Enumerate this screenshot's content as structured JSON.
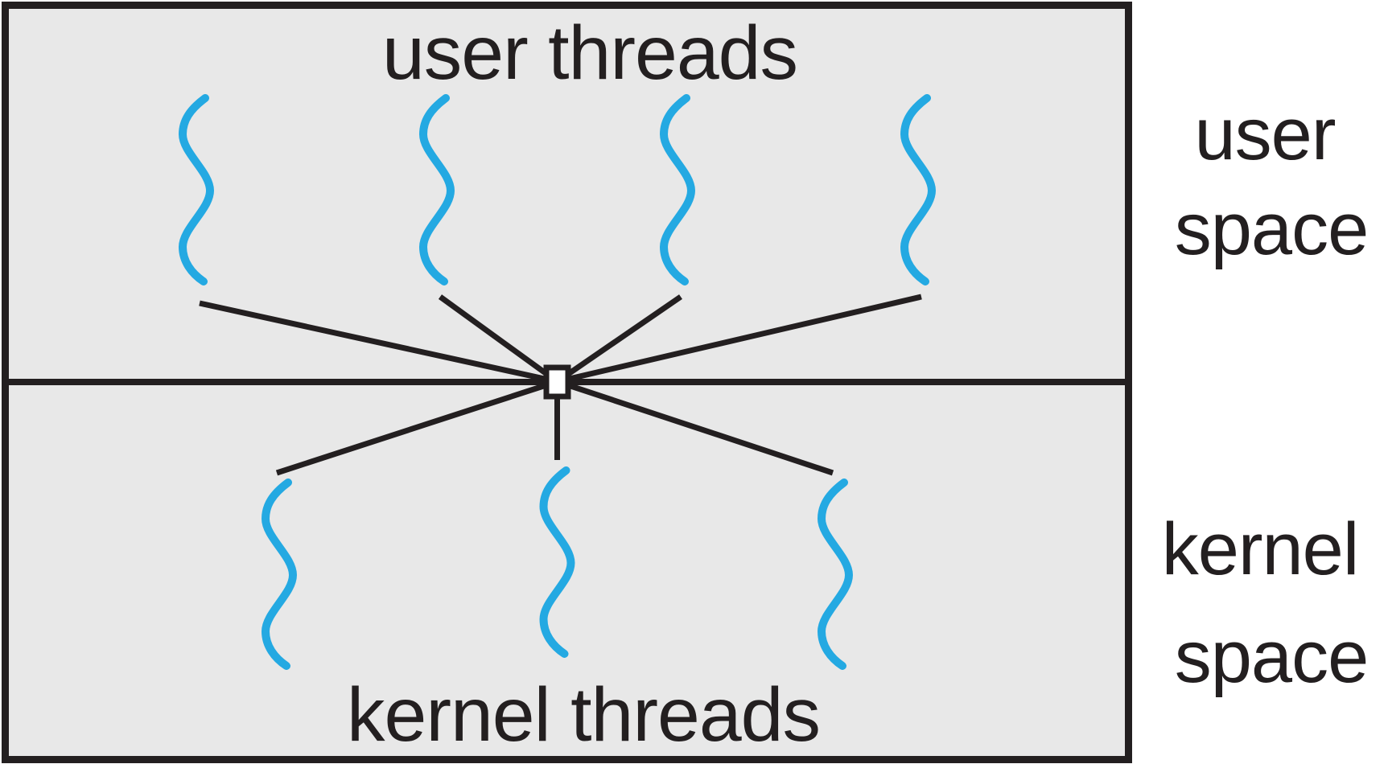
{
  "figure": {
    "type": "threading-model-diagram",
    "model": "many-to-many",
    "user_threads_label": "user threads",
    "kernel_threads_label": "kernel threads",
    "user_space_label": [
      "user",
      "space"
    ],
    "kernel_space_label": [
      "kernel",
      "space"
    ],
    "user_thread_count": 4,
    "kernel_thread_count": 3,
    "colors": {
      "thread_wave": "#24a9e2",
      "connector_line": "#231f20",
      "panel_fill": "#e8e8e8",
      "panel_border": "#231f20",
      "divider_line": "#231f20",
      "connector_square_fill": "#ffffff",
      "label_text": "#231f20",
      "page_background": "#ffffff"
    }
  }
}
